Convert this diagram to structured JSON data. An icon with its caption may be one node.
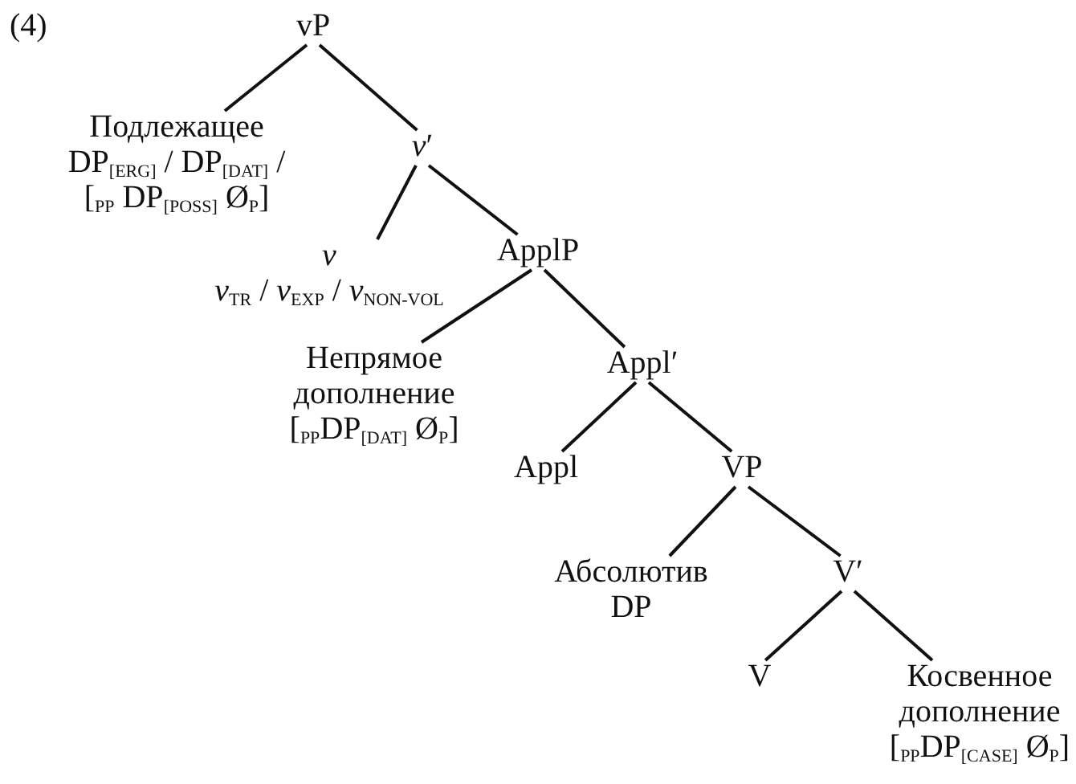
{
  "diagram": {
    "nodes": [
      {
        "text": [
          "vP"
        ]
      },
      {
        "text": [
          "Подлежащее",
          "DP$_{[ERG]}$ / DP$_{[DAT]}$ / [$_{PP}$ DP$_{[POSS]}$ Ø$_{P}$]"
        ]
      },
      {
        "text": [
          "*v*′"
        ]
      },
      {
        "text": [
          "*v*",
          "*v*$_{TR}$ / *v*$_{EXP}$ / *v*$_{NON-VOL}$"
        ]
      },
      {
        "text": [
          "ApplP"
        ]
      },
      {
        "text": [
          "Непрямое дополнение",
          "[$_{PP}$DP$_{[DAT]}$ Ø$_{P}$]"
        ]
      },
      {
        "text": [
          "Appl′"
        ]
      },
      {
        "text": [
          "Appl"
        ]
      },
      {
        "text": [
          "VP"
        ]
      },
      {
        "text": [
          "Абсолютив",
          "DP"
        ]
      },
      {
        "text": [
          "V′"
        ]
      },
      {
        "text": [
          "V"
        ]
      },
      {
        "text": [
          "Косвенное дополнение",
          "[$_{PP}$DP$_{[CASE]}$ Ø$_{P}$]"
        ]
      }
    ],
    "edges": [
      {
        "from": 0,
        "to": 1,
        "arrow": "none"
      },
      {
        "from": 0,
        "to": 2,
        "arrow": "none"
      },
      {
        "from": 2,
        "to": 3,
        "arrow": "none"
      },
      {
        "from": 2,
        "to": 4,
        "arrow": "none"
      },
      {
        "from": 4,
        "to": 5,
        "arrow": "none"
      },
      {
        "from": 4,
        "to": 6,
        "arrow": "none"
      },
      {
        "from": 6,
        "to": 7,
        "arrow": "none"
      },
      {
        "from": 6,
        "to": 8,
        "arrow": "none"
      },
      {
        "from": 8,
        "to": 9,
        "arrow": "none"
      },
      {
        "from": 8,
        "to": 10,
        "arrow": "none"
      },
      {
        "from": 10,
        "to": 11,
        "arrow": "none"
      },
      {
        "from": 10,
        "to": 12,
        "arrow": "none"
      }
    ],
    "labels": [
      "(4)"
    ]
  }
}
